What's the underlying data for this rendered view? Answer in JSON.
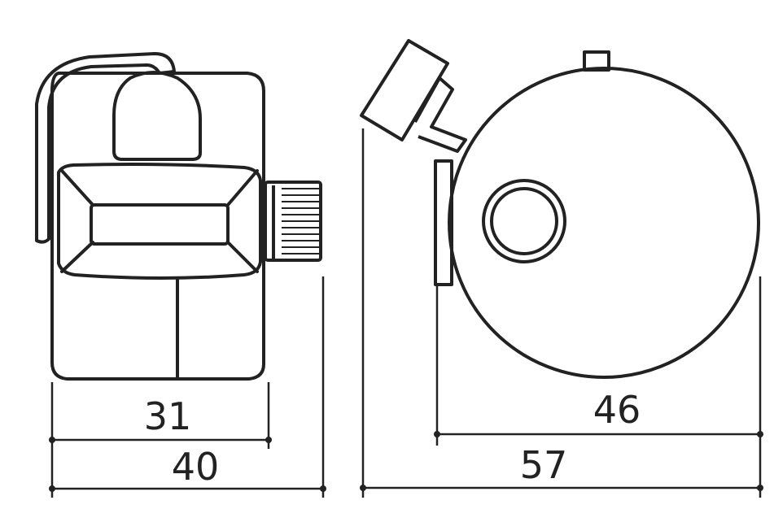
{
  "colors": {
    "line": "#222222",
    "background": "#ffffff"
  },
  "front_view": {
    "dimensions": {
      "inner_width": "31",
      "overall_width": "40"
    }
  },
  "side_view": {
    "dimensions": {
      "body_diameter": "46",
      "overall_length": "57"
    }
  }
}
